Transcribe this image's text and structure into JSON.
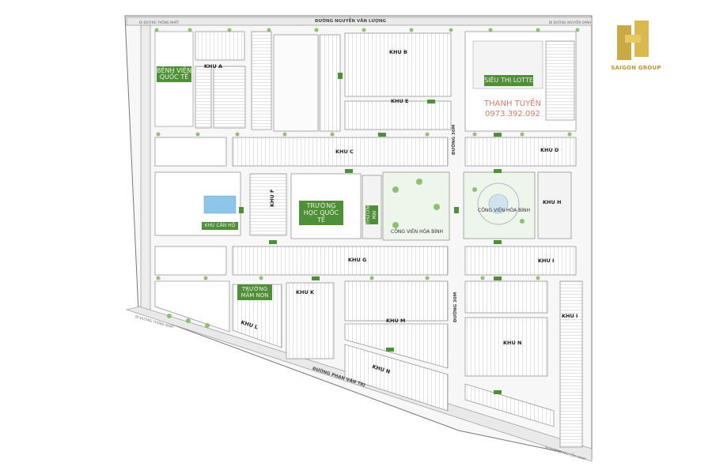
{
  "brand": {
    "name": "SAIGON GROUP",
    "color": "#c9a845"
  },
  "roads": {
    "top": "ĐƯỜNG NGUYỄN VĂN LƯỢNG",
    "bottom": "ĐƯỜNG PHAN VĂN TRỊ",
    "mid_upper": "ĐƯỜNG 30M",
    "mid_lower": "ĐƯỜNG 30M",
    "top_left_small": "ĐI ĐƯỜNG THỐNG NHẤT",
    "top_right_small": "ĐI ĐƯỜNG NGUYỄN OANH",
    "bottom_left_small": "ĐI ĐƯỜNG THỐNG NHẤT",
    "bottom_right_small": "ĐI ĐƯỜNG NGUYỄN OANH"
  },
  "zones": {
    "a": "KHU A",
    "b": "KHU B",
    "e": "KHU E",
    "c": "KHU C",
    "d": "KHU D",
    "f": "KHU F",
    "h": "KHU H",
    "g": "KHU G",
    "k": "KHU K",
    "l": "KHU L",
    "m": "KHU M",
    "n": "KHU N",
    "nb": "KHU N",
    "i": "KHU I"
  },
  "facilities": {
    "hospital": "BỆNH VIỆN QUỐC TẾ",
    "supermarket": "SIÊU THỊ LOTTE",
    "school": "TRƯỜNG HỌC QUỐC TẾ",
    "commercial": "THƯƠNG MẠI",
    "park_left": "CÔNG VIÊN HÒA BÌNH",
    "park_right": "CÔNG VIÊN HÒA BÌNH",
    "apartment": "KHU CĂN HỘ",
    "kindergarten": "TRƯỜNG MẦM NON"
  },
  "watermark": {
    "name": "THANH TUYỀN",
    "phone": "0973.392.092"
  },
  "colors": {
    "road": "#9a9a9a",
    "block": "#f2f2f2",
    "tree": "#6fae4e",
    "label_green": "#4f8f3a",
    "accent_red": "#d97a6a"
  }
}
